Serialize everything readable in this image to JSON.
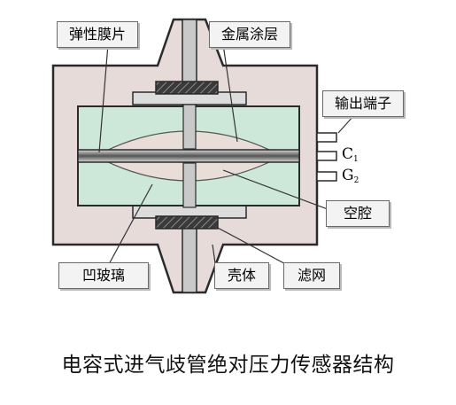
{
  "labels": {
    "membrane": "弹性膜片",
    "metal_coating": "金属涂层",
    "output_terminal": "输出端子",
    "cavity": "空腔",
    "glass": "凹玻璃",
    "housing": "壳体",
    "filter": "滤网"
  },
  "pins": {
    "c_letter": "C",
    "c_sub": "1",
    "g_letter": "G",
    "g_sub": "2"
  },
  "caption": "电容式进气歧管绝对压力传感器结构",
  "colors": {
    "housing": "#e7dbd9",
    "glass": "#cde8d9",
    "cavity_lens": "#e9ddd7",
    "outline": "#2a2a2a"
  }
}
